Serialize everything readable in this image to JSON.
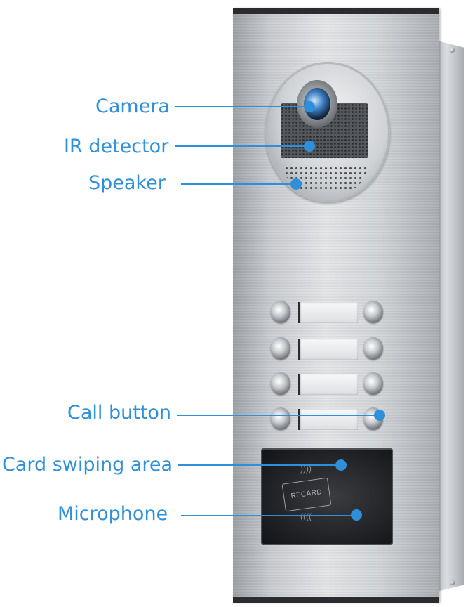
{
  "callouts": {
    "camera": "Camera",
    "ir_detector": "IR detector",
    "speaker": "Speaker",
    "call_button": "Call button",
    "card_area": "Card swiping area",
    "microphone": "Microphone"
  },
  "device": {
    "card_text": "RFCARD",
    "call_button_count": 8
  },
  "colors": {
    "accent": "#2f8fd8",
    "panel": "#d4d7da",
    "card_reader": "#1d1f22"
  }
}
